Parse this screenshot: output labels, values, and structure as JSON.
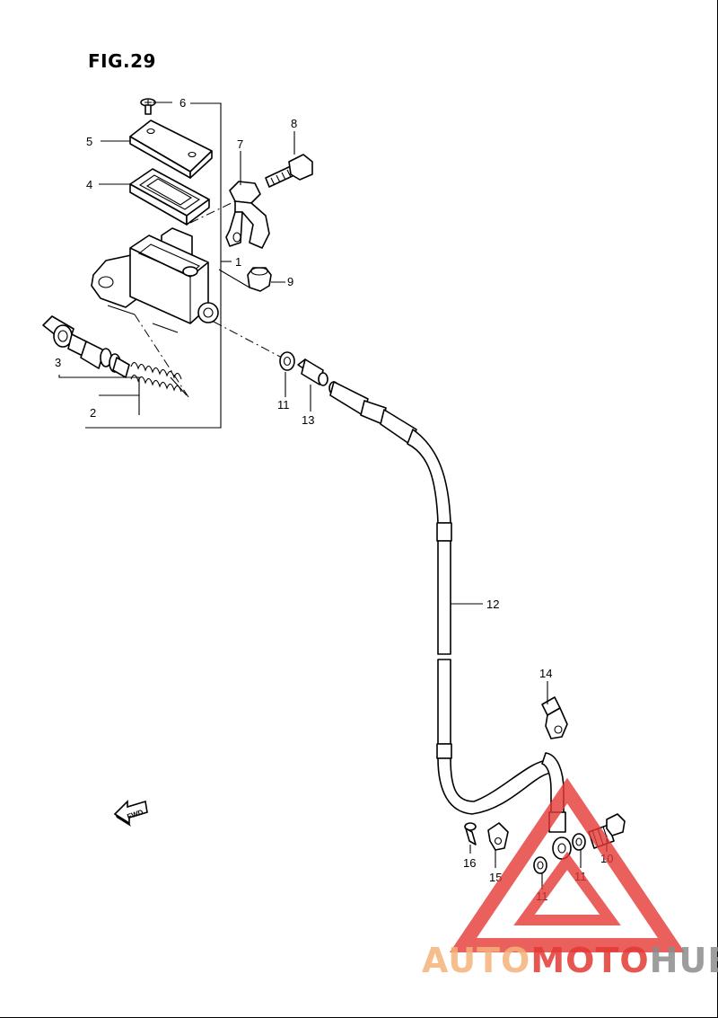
{
  "figure": {
    "title": "FIG.29"
  },
  "callouts": [
    "6",
    "5",
    "4",
    "1",
    "2",
    "3",
    "7",
    "8",
    "9",
    "11",
    "13",
    "12",
    "14",
    "10",
    "11",
    "11",
    "15",
    "16"
  ],
  "fwd_arrow": {
    "label": "FWD"
  },
  "watermark": {
    "brand": "AUTOMOTOHUB",
    "colors": {
      "red": "#e53935",
      "orange": "#f5b27a",
      "gray": "#8c8c8c"
    }
  }
}
